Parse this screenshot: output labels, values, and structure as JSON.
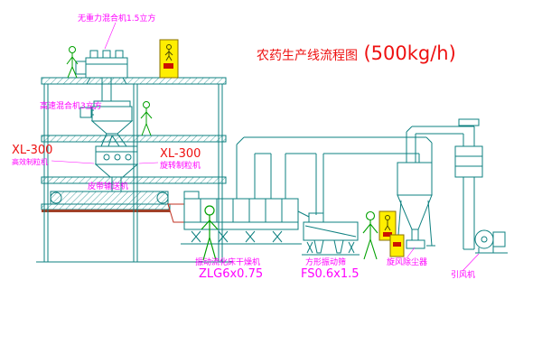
{
  "title": {
    "main": "农药生产线流程图",
    "capacity": "(500kg/h)"
  },
  "labels": {
    "gravity_mixer": "无重力混合机1.5立方",
    "high_speed_mixer": "高速混合机3立方",
    "granulator_left_model": "XL-300",
    "granulator_left_name": "高效制粒机",
    "granulator_center_model": "XL-300",
    "granulator_center_name": "旋转制粒机",
    "belt_conveyor": "皮带输送机",
    "fluid_bed_dryer": "振动流化床干燥机",
    "fluid_bed_dryer_model": "ZLG6x0.75",
    "vibrating_screen": "方形振动筛",
    "vibrating_screen_model": "FS0.6x1.5",
    "cyclone": "旋风除尘器",
    "induced_draft_fan": "引风机"
  },
  "colors": {
    "drawing_line": "#0e8080",
    "label_text": "#ff00ff",
    "title_text": "#ee1111",
    "control_cabinet": "#ffee00",
    "worker_figure": "#00a000",
    "feed_chute": "#c03020"
  }
}
